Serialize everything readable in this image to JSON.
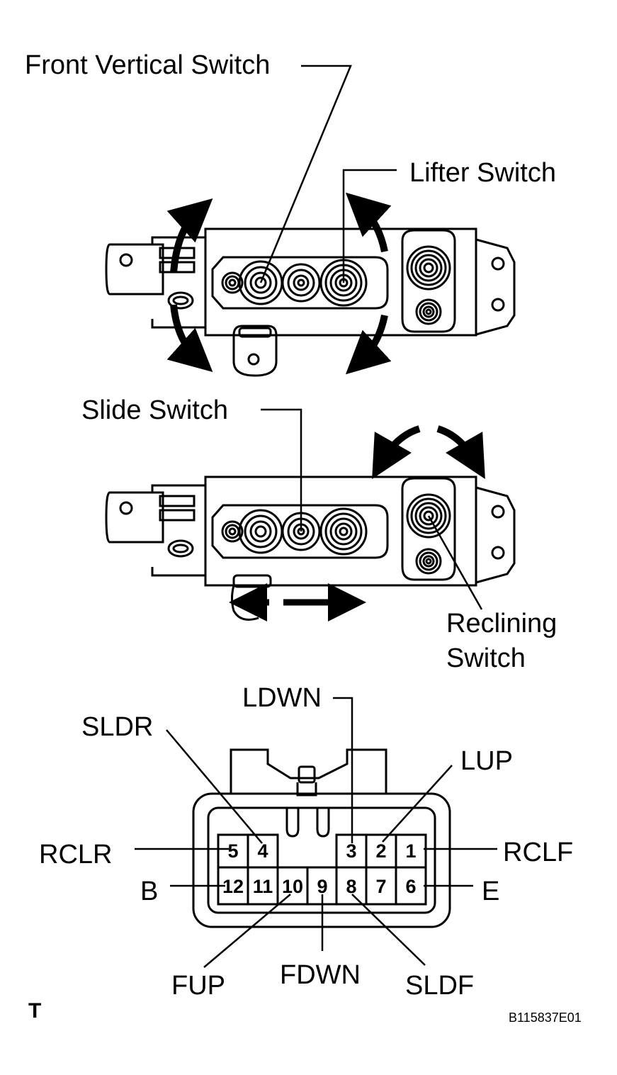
{
  "labels": {
    "front_vertical_switch": "Front Vertical Switch",
    "lifter_switch": "Lifter Switch",
    "slide_switch": "Slide Switch",
    "reclining_switch_line1": "Reclining",
    "reclining_switch_line2": "Switch",
    "corner_mark": "T",
    "figure_id": "B115837E01"
  },
  "connector": {
    "top_row_pins": [
      "5",
      "4",
      "3",
      "2",
      "1"
    ],
    "bottom_row_pins": [
      "12",
      "11",
      "10",
      "9",
      "8",
      "7",
      "6"
    ],
    "terminals": {
      "ldwn": "LDWN",
      "sldr": "SLDR",
      "lup": "LUP",
      "rclr": "RCLR",
      "rclf": "RCLF",
      "b": "B",
      "e": "E",
      "fup": "FUP",
      "fdwn": "FDWN",
      "sldf": "SLDF"
    }
  }
}
